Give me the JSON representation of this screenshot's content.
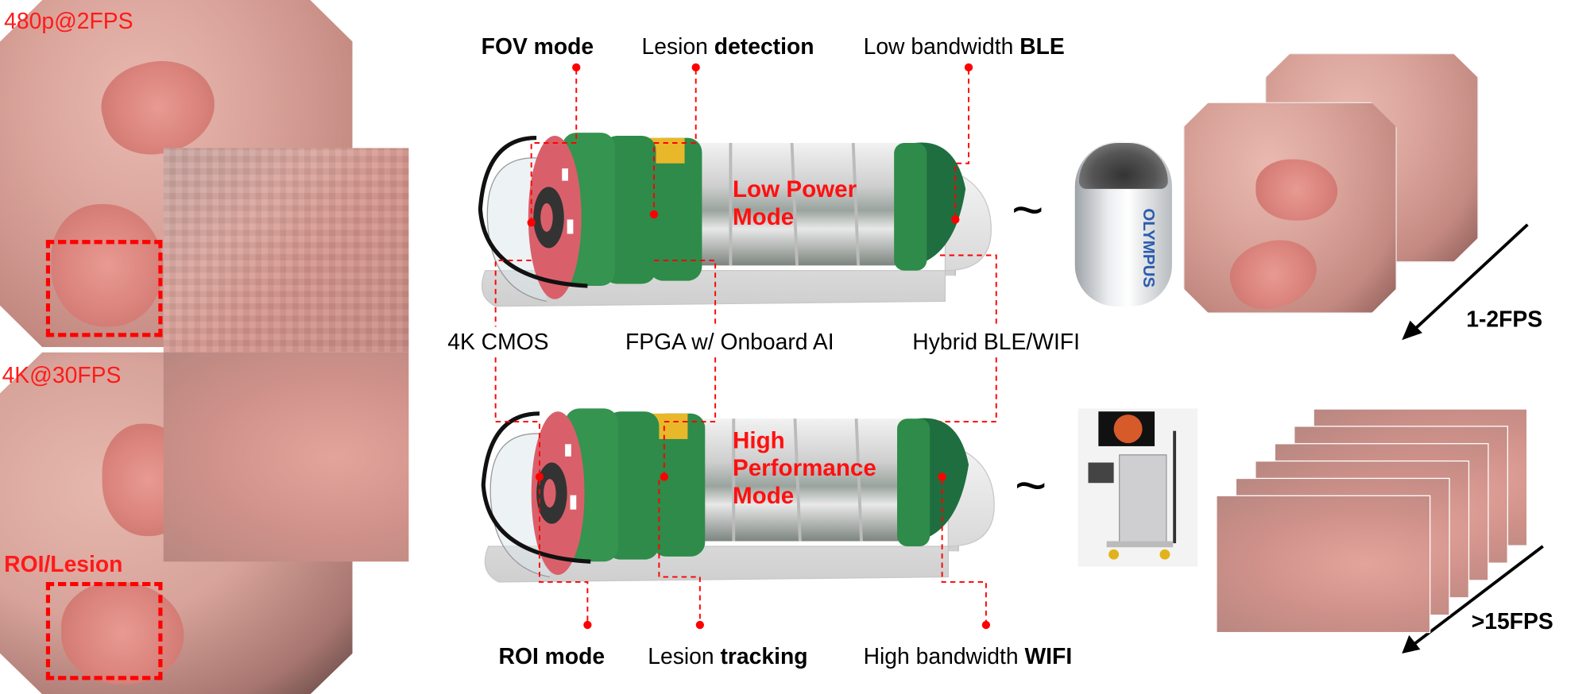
{
  "left_panel": {
    "top_label": "480p@2FPS",
    "bottom_label": "4K@30FPS",
    "roi_label": "ROI/Lesion"
  },
  "top_capsule": {
    "mode_line1": "Low Power",
    "mode_line2": "Mode",
    "labels": {
      "fov_bold": "FOV mode",
      "lesion_prefix": "Lesion ",
      "lesion_bold": "detection",
      "ble_prefix": "Low bandwidth ",
      "ble_bold": "BLE"
    }
  },
  "middle_labels": {
    "cmos": "4K CMOS",
    "fpga": "FPGA w/ Onboard AI",
    "radio": "Hybrid BLE/WIFI"
  },
  "bottom_capsule": {
    "mode_line1": "High",
    "mode_line2": "Performance",
    "mode_line3": "Mode",
    "labels": {
      "roi_bold": "ROI mode",
      "lesion_prefix": "Lesion ",
      "lesion_bold": "tracking",
      "wifi_prefix": "High bandwidth ",
      "wifi_bold": "WIFI"
    }
  },
  "comparison": {
    "tilde": "~",
    "capsule_brand": "OLYMPUS",
    "top_fps": "1-2FPS",
    "bottom_fps": ">15FPS"
  },
  "colors": {
    "accent_red": "#ff0000",
    "green": "#2e8b4a",
    "gold": "#e8b82a",
    "disk": "#d9606a"
  }
}
